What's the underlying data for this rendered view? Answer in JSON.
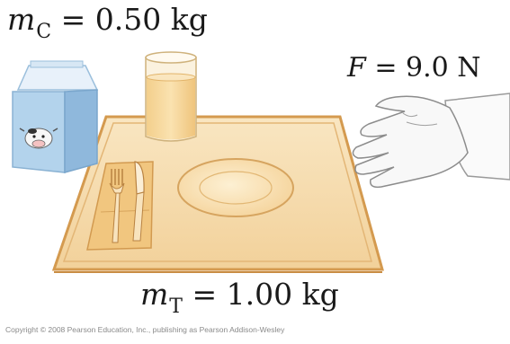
{
  "labels": {
    "milk_carton_mass": {
      "symbol": "m",
      "subscript": "C",
      "value": "= 0.50 kg"
    },
    "force": {
      "symbol": "F",
      "value": "= 9.0 N"
    },
    "tray_mass": {
      "symbol": "m",
      "subscript": "T",
      "value": "= 1.00 kg"
    }
  },
  "copyright": "Copyright © 2008 Pearson Education, Inc., publishing as Pearson Addison-Wesley",
  "colors": {
    "tray_fill": "#f6dcae",
    "tray_edge": "#d9a65c",
    "carton_blue": "#a8cce8",
    "carton_white": "#f2f6fb",
    "glass_liquid": "#f7d79a",
    "plate": "#fbe6bd",
    "napkin": "#f0c47a",
    "hand": "#f7f7f7"
  }
}
